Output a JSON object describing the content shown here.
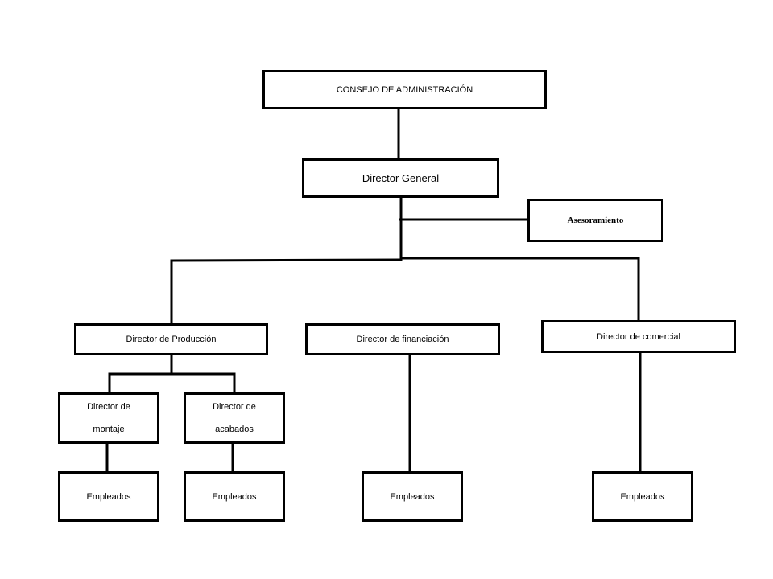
{
  "org_chart": {
    "board": "CONSEJO DE ADMINISTRACIÓN",
    "general_director": "Director General",
    "advisory": "Asesoramiento",
    "production_director": "Director de Producción",
    "finance_director": "Director de financiación",
    "commercial_director": "Director de comercial",
    "assembly_director": {
      "line1": "Director de",
      "line2": "montaje"
    },
    "finishing_director": {
      "line1": "Director de",
      "line2": "acabados"
    },
    "employees": [
      "Empleados",
      "Empleados",
      "Empleados",
      "Empleados"
    ]
  },
  "colors": {
    "line": "#000000",
    "box_border": "#000000",
    "background": "#ffffff"
  }
}
